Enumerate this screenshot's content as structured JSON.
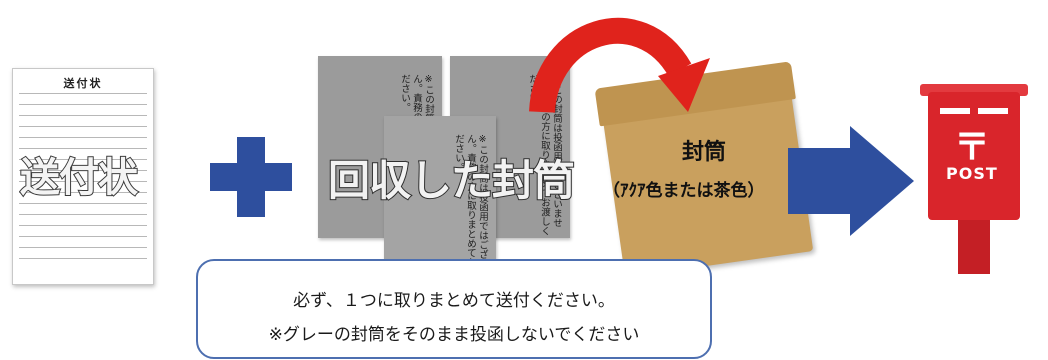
{
  "document": {
    "header": "送付状",
    "overlay_label": "送付状"
  },
  "grey_envelopes": {
    "note_text": "※この封筒は投函用ではございません。責務の方に取りまとめてお渡しください。",
    "overlay_label": "回収した封筒"
  },
  "kraft_envelope": {
    "label": "封筒",
    "sublabel": "（ｱｸｱ色または茶色）"
  },
  "post_box": {
    "label": "POST",
    "symbol": "〒"
  },
  "callout": {
    "line1": "必ず、１つに取りまとめて送付ください。",
    "line2": "※グレーの封筒をそのまま投函しないでください"
  },
  "colors": {
    "plus_arrow_blue": "#2e4f9e",
    "curve_arrow_red": "#e0231c",
    "kraft": "#c9a05e",
    "post_red": "#d9252b",
    "grey_envelope": "#9b9b9b"
  },
  "icons": [
    "plus-icon",
    "curved-arrow-icon",
    "right-arrow-icon",
    "post-box-icon"
  ]
}
